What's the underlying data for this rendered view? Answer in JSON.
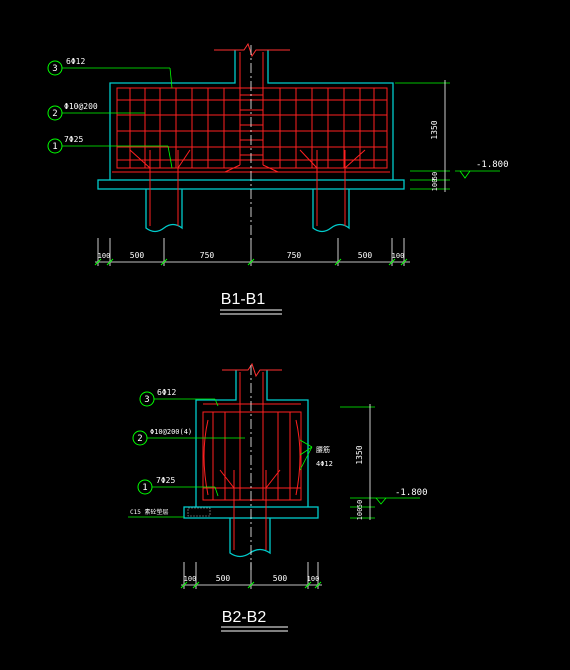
{
  "sections": [
    {
      "title": "B1-B1",
      "callouts": [
        {
          "num": "3",
          "text": "6Φ12"
        },
        {
          "num": "2",
          "text": "Φ10@200"
        },
        {
          "num": "1",
          "text": "7Φ25"
        }
      ],
      "dims_bottom": [
        "100",
        "500",
        "750",
        "750",
        "500",
        "100"
      ],
      "dims_right": [
        "1350",
        "50",
        "100"
      ],
      "elevation": "-1.800"
    },
    {
      "title": "B2-B2",
      "callouts": [
        {
          "num": "3",
          "text": "6Φ12"
        },
        {
          "num": "2",
          "text": "Φ10@200(4)"
        },
        {
          "num": "1",
          "text": "7Φ25"
        }
      ],
      "side_note": {
        "line1": "腰筋",
        "line2": "4Φ12"
      },
      "left_note": "C15  素砼垫层",
      "dims_bottom": [
        "100",
        "500",
        "500",
        "100"
      ],
      "dims_right": [
        "1350",
        "50",
        "100"
      ],
      "elevation": "-1.800"
    }
  ],
  "colors": {
    "background": "#000000",
    "outline": "#00cccc",
    "rebar": "#ff2020",
    "dimension": "#ffffff",
    "callout": "#00ff00"
  }
}
